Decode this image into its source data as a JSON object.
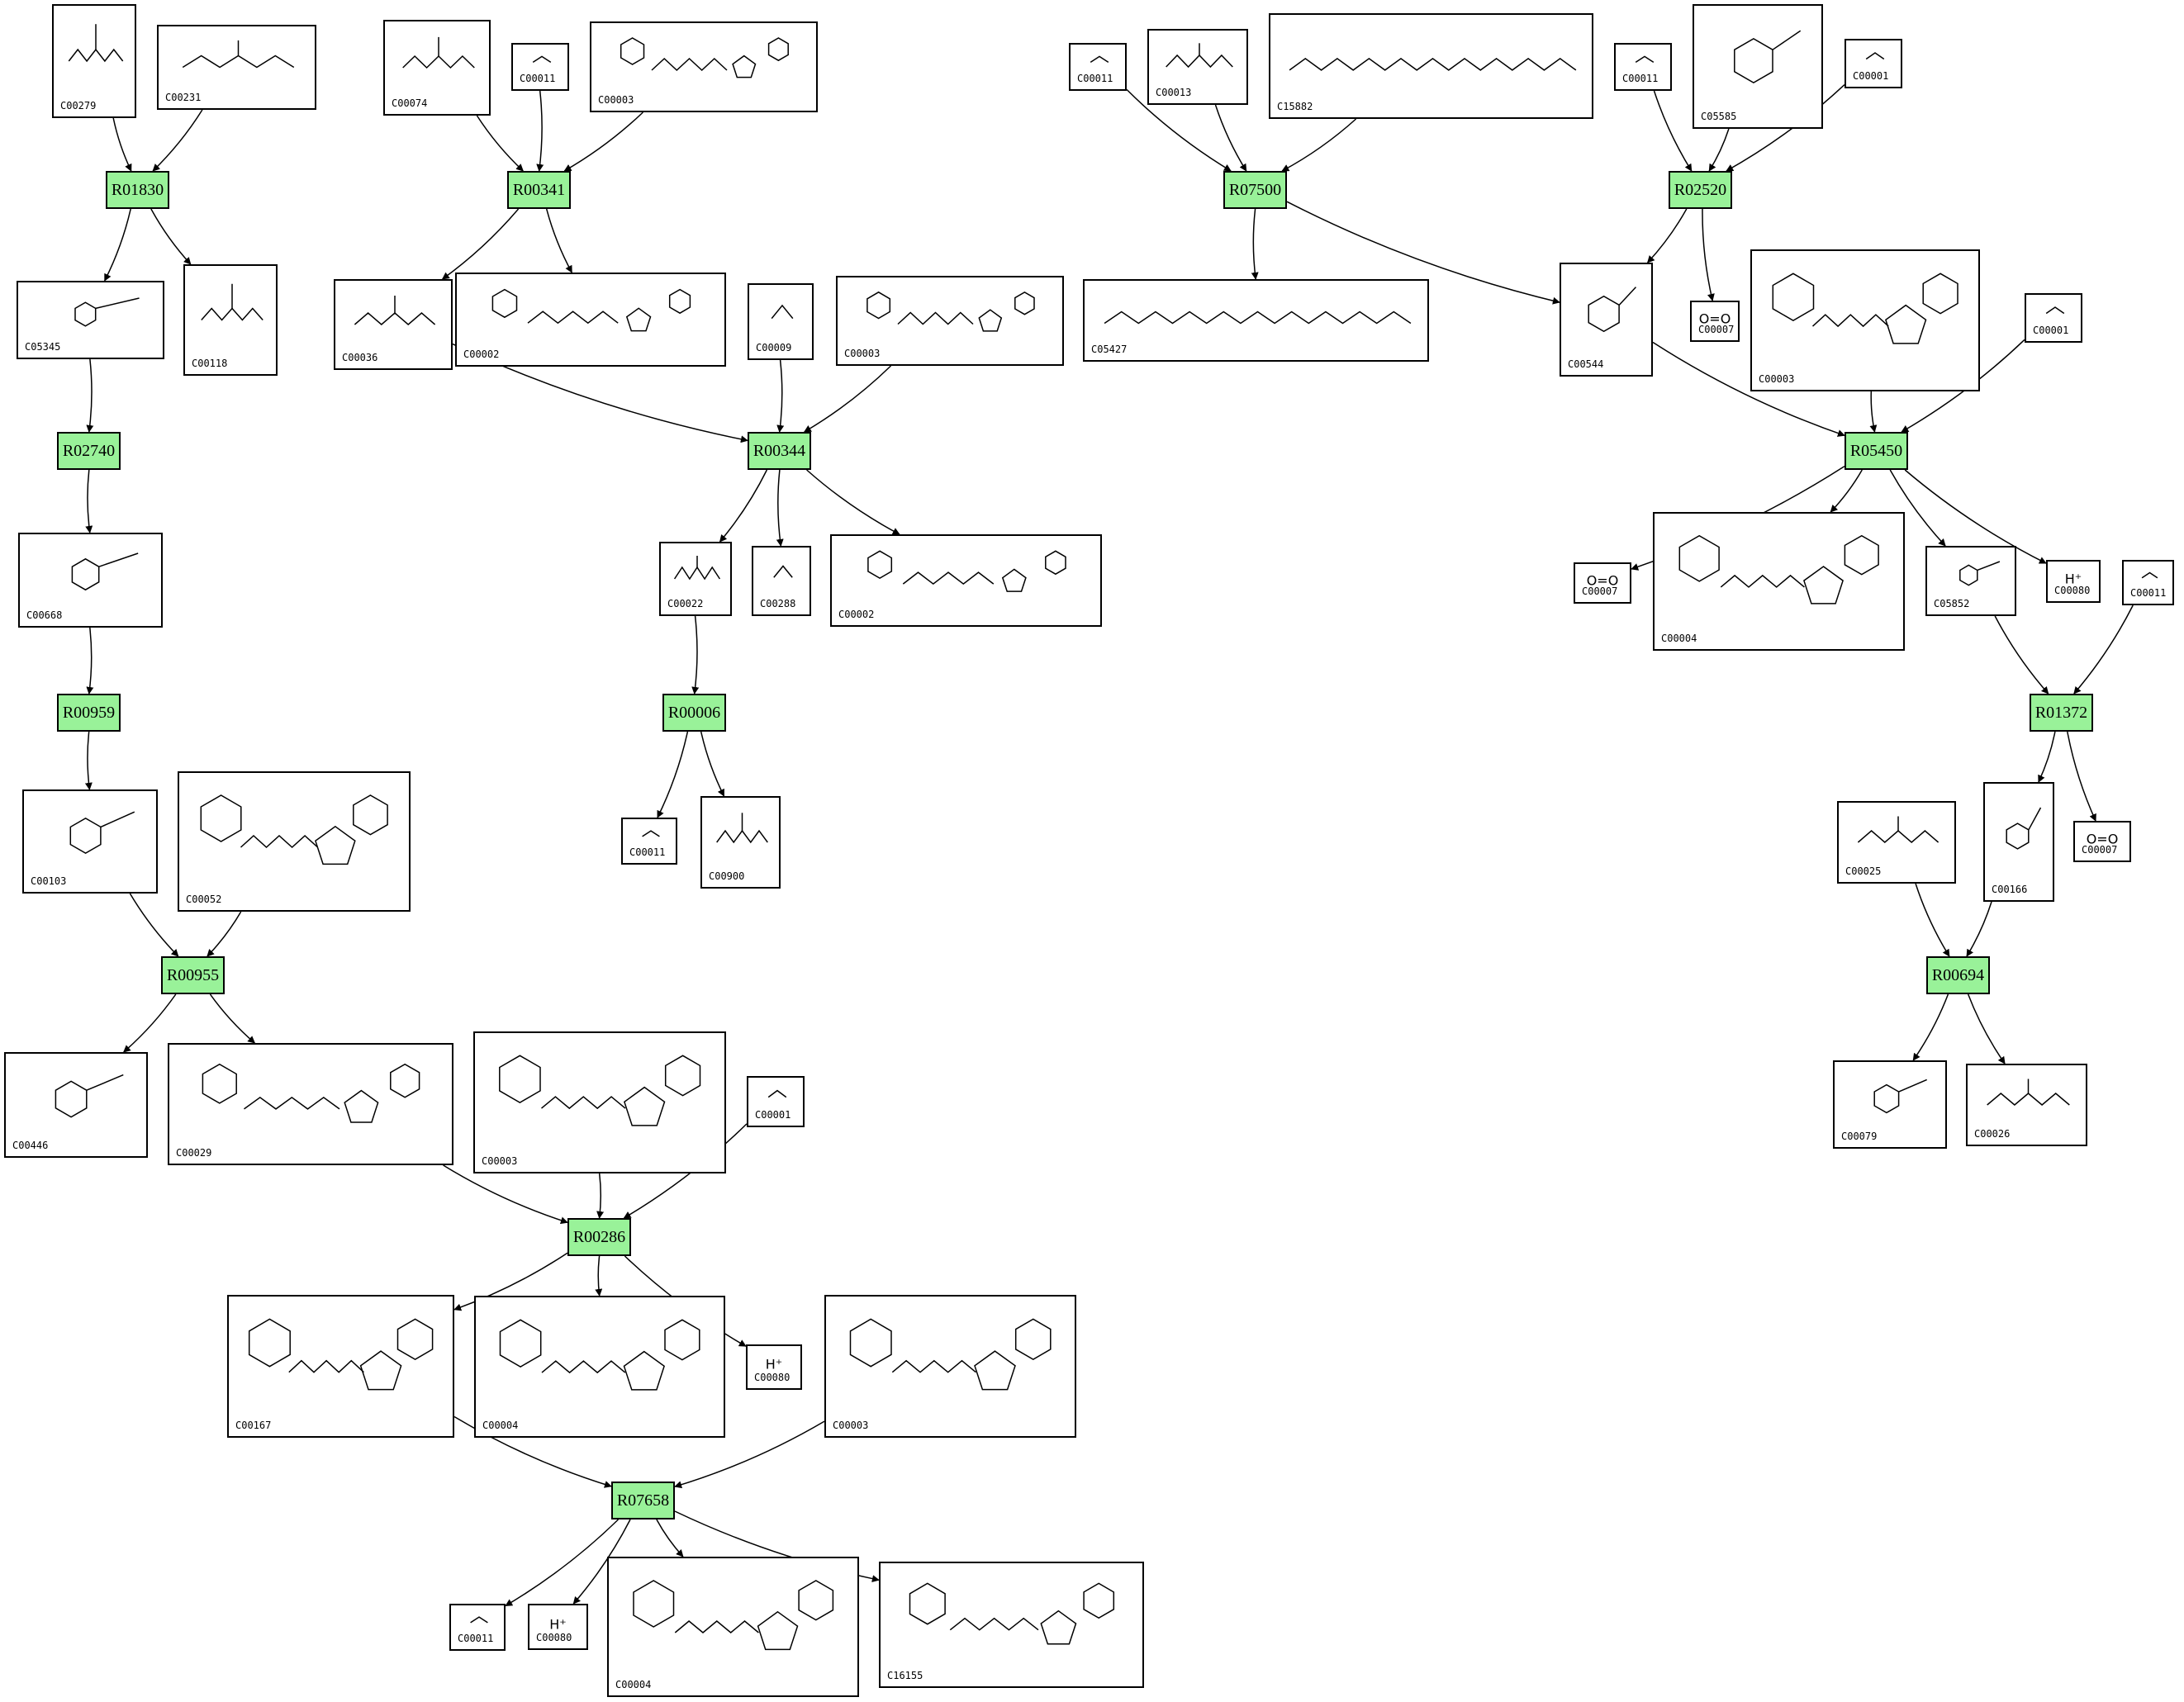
{
  "style": {
    "reaction_fill": "#99f299",
    "edge_color": "#000000",
    "box_border": "#000000"
  },
  "reactions": [
    {
      "id": "R01830",
      "label": "R01830"
    },
    {
      "id": "R00341",
      "label": "R00341"
    },
    {
      "id": "R07500",
      "label": "R07500"
    },
    {
      "id": "R02520",
      "label": "R02520"
    },
    {
      "id": "R02740",
      "label": "R02740"
    },
    {
      "id": "R00344",
      "label": "R00344"
    },
    {
      "id": "R05450",
      "label": "R05450"
    },
    {
      "id": "R00959",
      "label": "R00959"
    },
    {
      "id": "R00006",
      "label": "R00006"
    },
    {
      "id": "R01372",
      "label": "R01372"
    },
    {
      "id": "R00955",
      "label": "R00955"
    },
    {
      "id": "R00694",
      "label": "R00694"
    },
    {
      "id": "R00286",
      "label": "R00286"
    },
    {
      "id": "R07658",
      "label": "R07658"
    }
  ],
  "compounds": [
    {
      "key": "c00279",
      "id": "C00279",
      "formula": ""
    },
    {
      "key": "c00231",
      "id": "C00231",
      "formula": ""
    },
    {
      "key": "c00074",
      "id": "C00074",
      "formula": ""
    },
    {
      "key": "c00011a",
      "id": "C00011",
      "formula": ""
    },
    {
      "key": "c00003a",
      "id": "C00003",
      "formula": ""
    },
    {
      "key": "c00011b",
      "id": "C00011",
      "formula": ""
    },
    {
      "key": "c00013",
      "id": "C00013",
      "formula": ""
    },
    {
      "key": "c15882",
      "id": "C15882",
      "formula": ""
    },
    {
      "key": "c00011c",
      "id": "C00011",
      "formula": ""
    },
    {
      "key": "c05585",
      "id": "C05585",
      "formula": ""
    },
    {
      "key": "c00001a",
      "id": "C00001",
      "formula": ""
    },
    {
      "key": "c05345",
      "id": "C05345",
      "formula": ""
    },
    {
      "key": "c00118",
      "id": "C00118",
      "formula": ""
    },
    {
      "key": "c00036",
      "id": "C00036",
      "formula": ""
    },
    {
      "key": "c00002a",
      "id": "C00002",
      "formula": ""
    },
    {
      "key": "c00009",
      "id": "C00009",
      "formula": ""
    },
    {
      "key": "c00003b",
      "id": "C00003",
      "formula": ""
    },
    {
      "key": "c05427",
      "id": "C05427",
      "formula": ""
    },
    {
      "key": "c00544",
      "id": "C00544",
      "formula": ""
    },
    {
      "key": "c00007a",
      "id": "C00007",
      "formula": "O=O"
    },
    {
      "key": "c00003c",
      "id": "C00003",
      "formula": ""
    },
    {
      "key": "c00001b",
      "id": "C00001",
      "formula": ""
    },
    {
      "key": "c00668",
      "id": "C00668",
      "formula": ""
    },
    {
      "key": "c00022",
      "id": "C00022",
      "formula": ""
    },
    {
      "key": "c00288",
      "id": "C00288",
      "formula": ""
    },
    {
      "key": "c00002b",
      "id": "C00002",
      "formula": ""
    },
    {
      "key": "c00007b",
      "id": "C00007",
      "formula": "O=O"
    },
    {
      "key": "c00004a",
      "id": "C00004",
      "formula": ""
    },
    {
      "key": "c05852",
      "id": "C05852",
      "formula": ""
    },
    {
      "key": "c00080a",
      "id": "C00080",
      "formula": "H⁺"
    },
    {
      "key": "c00011d",
      "id": "C00011",
      "formula": ""
    },
    {
      "key": "c00103",
      "id": "C00103",
      "formula": ""
    },
    {
      "key": "c00052",
      "id": "C00052",
      "formula": ""
    },
    {
      "key": "c00011e",
      "id": "C00011",
      "formula": ""
    },
    {
      "key": "c00900",
      "id": "C00900",
      "formula": ""
    },
    {
      "key": "c00025",
      "id": "C00025",
      "formula": ""
    },
    {
      "key": "c00166",
      "id": "C00166",
      "formula": ""
    },
    {
      "key": "c00007c",
      "id": "C00007",
      "formula": "O=O"
    },
    {
      "key": "c00446",
      "id": "C00446",
      "formula": ""
    },
    {
      "key": "c00029",
      "id": "C00029",
      "formula": ""
    },
    {
      "key": "c00003d",
      "id": "C00003",
      "formula": ""
    },
    {
      "key": "c00001c",
      "id": "C00001",
      "formula": ""
    },
    {
      "key": "c00079",
      "id": "C00079",
      "formula": ""
    },
    {
      "key": "c00026",
      "id": "C00026",
      "formula": ""
    },
    {
      "key": "c00167",
      "id": "C00167",
      "formula": ""
    },
    {
      "key": "c00004b",
      "id": "C00004",
      "formula": ""
    },
    {
      "key": "c00080b",
      "id": "C00080",
      "formula": "H⁺"
    },
    {
      "key": "c00003e",
      "id": "C00003",
      "formula": ""
    },
    {
      "key": "c00011f",
      "id": "C00011",
      "formula": ""
    },
    {
      "key": "c00080c",
      "id": "C00080",
      "formula": "H⁺"
    },
    {
      "key": "c00004c",
      "id": "C00004",
      "formula": ""
    },
    {
      "key": "c16155",
      "id": "C16155",
      "formula": ""
    }
  ]
}
